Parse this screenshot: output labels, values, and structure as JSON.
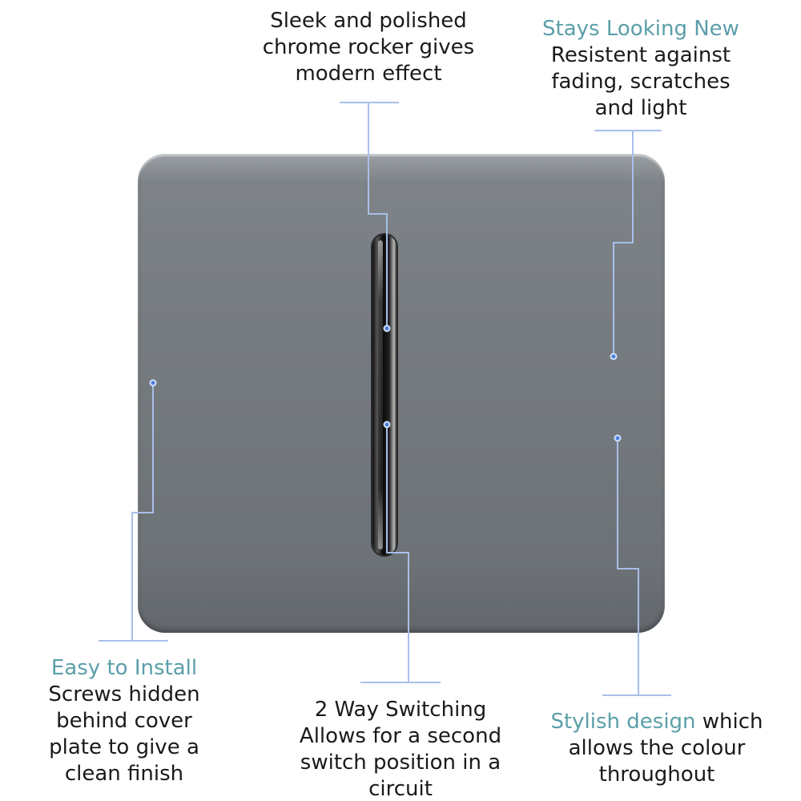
{
  "colors": {
    "accent": "#5b9fa9",
    "callout_line": "#a9bfe8",
    "plate": "#767b80"
  },
  "callouts": {
    "top": {
      "lines": [
        "Sleek and polished",
        "chrome rocker gives",
        "modern effect"
      ]
    },
    "top_right": {
      "heading": "Stays Looking New",
      "lines": [
        "Resistent against",
        "fading, scratches",
        "and light"
      ]
    },
    "bottom_left": {
      "heading": "Easy to Install",
      "lines": [
        "Screws hidden",
        "behind cover",
        "plate to give a",
        "clean finish"
      ]
    },
    "bottom_middle": {
      "lines": [
        "2 Way Switching",
        "Allows for a second",
        "switch position in a",
        "circuit"
      ]
    },
    "bottom_right": {
      "heading": "Stylish design",
      "heading_suffix": " which",
      "lines": [
        "allows the colour",
        "throughout"
      ]
    }
  }
}
